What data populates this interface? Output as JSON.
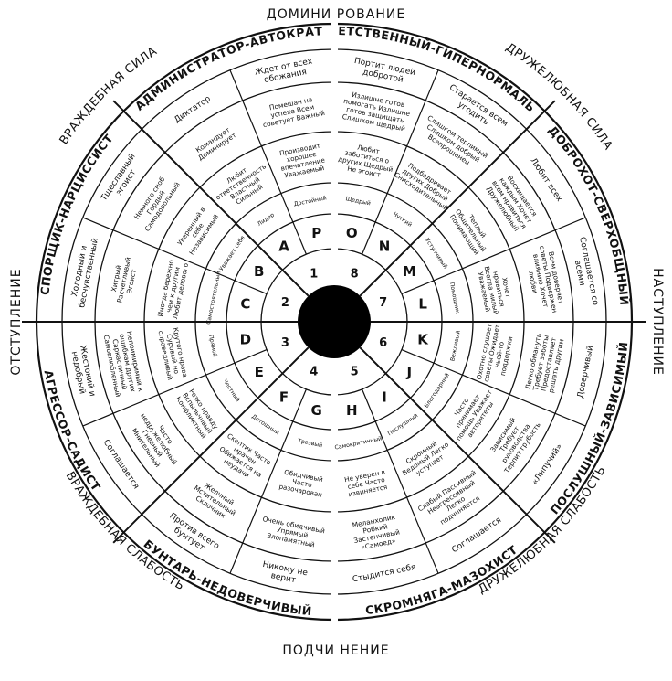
{
  "axes": {
    "top": "ДОМИНИ РОВАНИЕ",
    "bottom": "ПОДЧИ НЕНИЕ",
    "left": "ОТСТУПЛЕНИЕ",
    "right": "НАСТУПЛЕНИЕ"
  },
  "corners": {
    "top_left": "ВРАЖДЕБНАЯ СИЛА",
    "top_right": "ДРУЖЕЛЮБНАЯ СИЛА",
    "bottom_left": "ВРАЖДЕБНАЯ СЛАБОСТЬ",
    "bottom_right": "ДРУЖЕЛЮБНАЯ СЛАБОСТЬ"
  },
  "octants": [
    {
      "num": "1",
      "title": "АДМИНИСТРАТОР-АВТОКРАТ"
    },
    {
      "num": "8",
      "title": "ОТВЕТСТВЕННЫЙ-ГИПЕРНОРМАЛЬНЫЙ"
    },
    {
      "num": "7",
      "title": "ДОБРОХОТ-СВЕРХОБЩНЫЙ"
    },
    {
      "num": "6",
      "title": "ПОСЛУШНЫЙ-ЗАВИСИМЫЙ"
    },
    {
      "num": "5",
      "title": "СКРОМНЯГА-МАЗОХИСТ"
    },
    {
      "num": "4",
      "title": "БУНТАРЬ-НЕДОВЕРЧИВЫЙ"
    },
    {
      "num": "3",
      "title": "АГРЕССОР-САДИСТ"
    },
    {
      "num": "2",
      "title": "СПОРЩИК-НАРЦИССИСТ"
    }
  ],
  "sectors": [
    {
      "letter": "A",
      "inner": "Лидер",
      "p1": "Любит ответственность Властный Сильный",
      "p2": "Командует Доминирует",
      "p3": "Диктатор"
    },
    {
      "letter": "P",
      "inner": "Достойный",
      "p1": "Производит хорошее впечатление Уважаемый",
      "p2": "Помешан на успехе Всем советует Важный",
      "p3": "Ждет от всех обожания"
    },
    {
      "letter": "O",
      "inner": "Щедрый",
      "p1": "Любит заботиться о других Щедрый Не эгоист",
      "p2": "Излишне готов помогать Излишне готов защищать Слишком щедрый",
      "p3": "Портит людей добротой"
    },
    {
      "letter": "N",
      "inner": "Чуткий",
      "p1": "Подбадривает других Добрый Снисходительный",
      "p2": "Слишком терпимый Слишком добрый Всепрощенец",
      "p3": "Старается всем угодить"
    },
    {
      "letter": "M",
      "inner": "Уступчивый",
      "p1": "Теплый Общительный Понимающий",
      "p2": "Восхищается каждым Хочет всем нравиться Дружелюбный",
      "p3": "Любит всех"
    },
    {
      "letter": "L",
      "inner": "Помощник",
      "p1": "Хочет нравиться Всегда милый Уважаемый",
      "p2": "Всем доверяет советы Подвержен влиянию Хочет любви",
      "p3": "Соглашается со всеми"
    },
    {
      "letter": "K",
      "inner": "Вежливый",
      "p1": "Охотно слушает советы Ожидает чьей-то поддержки",
      "p2": "Легко обмануть Требует заботы Предоставляет решать другим",
      "p3": "Доверчивый"
    },
    {
      "letter": "J",
      "inner": "Благодарный",
      "p1": "Часто принимает помощь Уважает авторитеты",
      "p2": "Зависимый Требует руководства Терпит грубость",
      "p3": "«Липучий»"
    },
    {
      "letter": "I",
      "inner": "Послушный",
      "p1": "Скромный Ведомый Легко уступает",
      "p2": "Слабый Пассивный Неагрессивный Легко подчиняется",
      "p3": "Соглашается"
    },
    {
      "letter": "H",
      "inner": "Самокритичный",
      "p1": "Не уверен в себе Часто извиняется",
      "p2": "Меланхолик Робкий Застенчивый «Самоед»",
      "p3": "Стыдится себя"
    },
    {
      "letter": "G",
      "inner": "Трезвый",
      "p1": "Обидчивый Часто разочарован",
      "p2": "Очень обидчивый Упрямый Злопамятный",
      "p3": "Никому не верит"
    },
    {
      "letter": "F",
      "inner": "Дотошный",
      "p1": "Скептик Часто мрачен Обижается на неудачи",
      "p2": "Желчный Мстительный Склочник",
      "p3": "Против всего бунтует"
    },
    {
      "letter": "E",
      "inner": "Честный",
      "p1": "Резко правду Вспыльчивый Конфликтный",
      "p2": "Часто недружелюбный Гневный Мнительный",
      "p3": "Соглашается"
    },
    {
      "letter": "D",
      "inner": "Прямой",
      "p1": "Крутого нрава Суровый но справедливый",
      "p2": "Непримиримый к ошибкам других Саркастичный Самовлюбленный",
      "p3": "Жестокий и недобрый"
    },
    {
      "letter": "C",
      "inner": "Самостоятельный",
      "p1": "Иногда бережно чем к другим Любит делового",
      "p2": "Хитрый Расчетливый Эгоист",
      "p3": "Холодный и бесчувственный"
    },
    {
      "letter": "B",
      "inner": "Уважает себя",
      "p1": "Уверенный в себе Независимый",
      "p2": "Немного сноб Гордый Самодовольный",
      "p3": "Тщеславный эгоист"
    }
  ]
}
